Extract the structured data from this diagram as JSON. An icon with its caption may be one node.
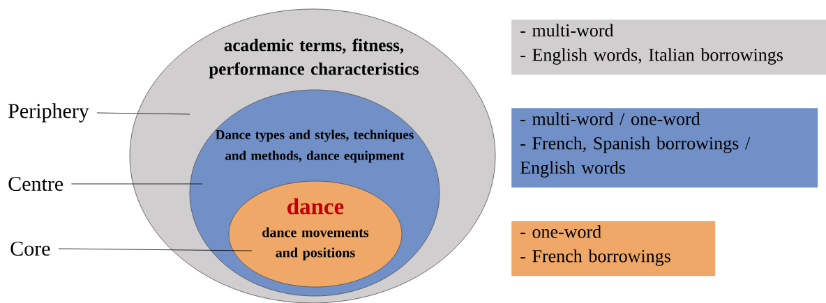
{
  "diagram": {
    "nodes": [
      {
        "text": [
          "academic terms, fitness, performance characteristics"
        ]
      },
      {
        "text": [
          "Dance types and styles, techniques and methods, dance equipment"
        ],
        "in": 0
      },
      {
        "text": [
          "dance",
          "dance movements and positions"
        ],
        "in": 1
      },
      {
        "text": [
          "Periphery"
        ]
      },
      {
        "text": [
          "Centre"
        ]
      },
      {
        "text": [
          "Core"
        ]
      },
      {
        "text": [
          "- multi-word",
          "- English words, Italian borrowings"
        ]
      },
      {
        "text": [
          "- multi-word / one-word",
          "- French, Spanish borrowings / English words"
        ]
      },
      {
        "text": [
          "- one-word",
          "- French borrowings"
        ]
      }
    ],
    "edges": [
      {
        "from": 3,
        "to": 0,
        "arrow": "none"
      },
      {
        "from": 4,
        "to": 1,
        "arrow": "none"
      },
      {
        "from": 5,
        "to": 2,
        "arrow": "none"
      }
    ]
  }
}
